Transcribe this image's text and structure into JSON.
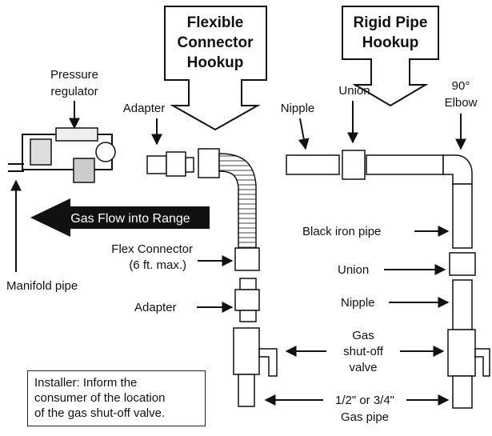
{
  "titles": {
    "flexible": [
      "Flexible",
      "Connector",
      "Hookup"
    ],
    "rigid": [
      "Rigid Pipe",
      "Hookup"
    ]
  },
  "labels": {
    "pressure_regulator": [
      "Pressure",
      "regulator"
    ],
    "adapter_top": "Adapter",
    "nipple_top": "Nipple",
    "union_top": "Union",
    "elbow": [
      "90°",
      "Elbow"
    ],
    "gas_flow": "Gas Flow into Range",
    "flex_connector": [
      "Flex Connector",
      "(6 ft. max.)"
    ],
    "manifold_pipe": "Manifold pipe",
    "adapter_bottom": "Adapter",
    "black_iron_pipe": "Black iron pipe",
    "union_right": "Union",
    "nipple_right": "Nipple",
    "shutoff_valve": [
      "Gas",
      "shut-off",
      "valve"
    ],
    "gas_pipe": [
      "1/2\" or 3/4\"",
      "Gas pipe"
    ]
  },
  "note": {
    "lines": [
      "Installer: Inform the",
      "consumer of the location",
      "of the gas shut-off valve."
    ]
  }
}
